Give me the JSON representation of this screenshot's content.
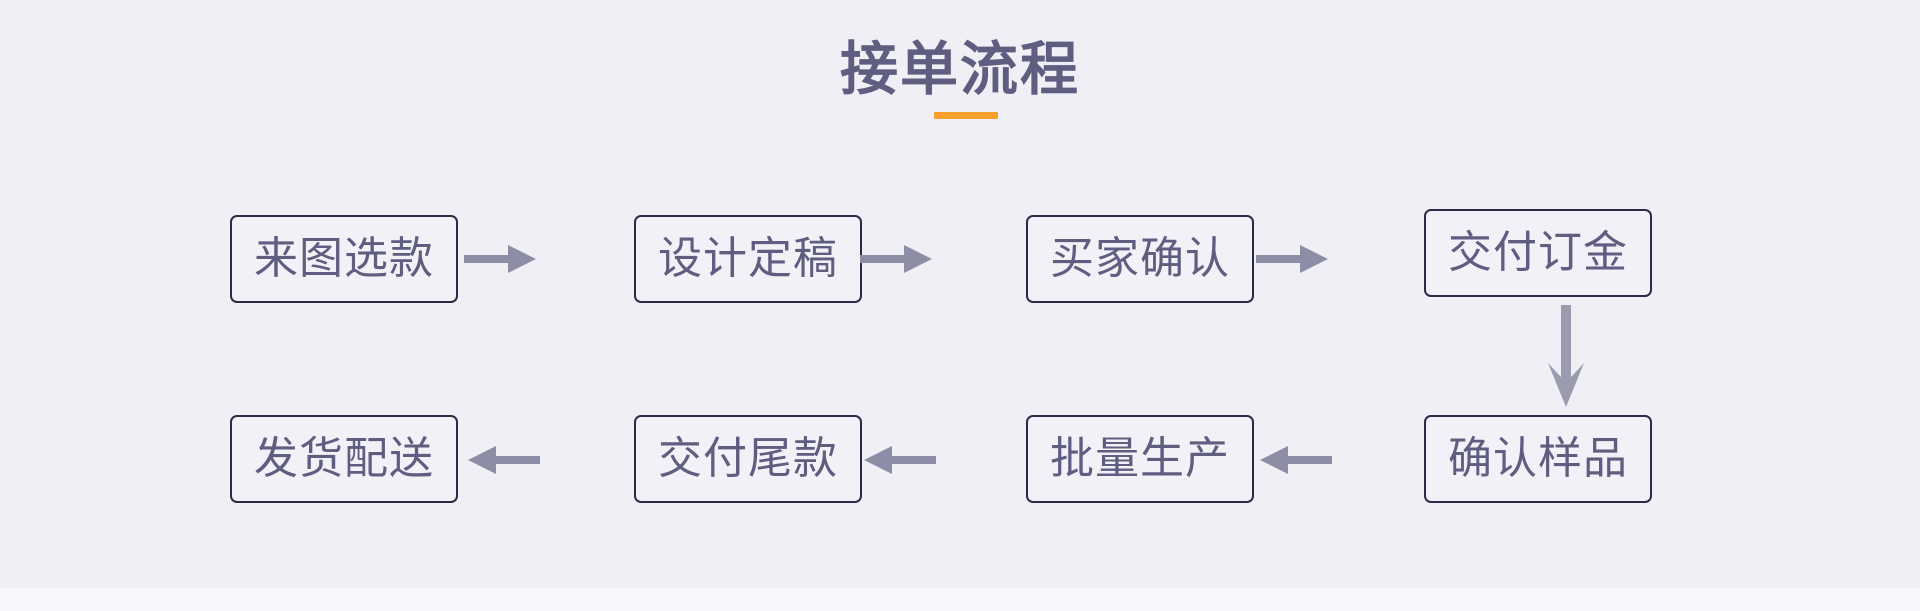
{
  "slide": {
    "title": "接单流程",
    "accent_color": "#f9a02c",
    "background_color": "#f0eff5",
    "node_border_color": "#2c2b47",
    "node_fill_color": "#f2f1f7",
    "text_color": "#5f5d80",
    "connector_color": "#8d8da6"
  },
  "flow": {
    "nodes": [
      {
        "id": "node-1",
        "label": "来图选款",
        "row": 1,
        "order": 1
      },
      {
        "id": "node-2",
        "label": "设计定稿",
        "row": 1,
        "order": 2
      },
      {
        "id": "node-3",
        "label": "买家确认",
        "row": 1,
        "order": 3
      },
      {
        "id": "node-4",
        "label": "交付订金",
        "row": 1,
        "order": 4
      },
      {
        "id": "node-5",
        "label": "确认样品",
        "row": 2,
        "order": 5
      },
      {
        "id": "node-6",
        "label": "批量生产",
        "row": 2,
        "order": 6
      },
      {
        "id": "node-7",
        "label": "交付尾款",
        "row": 2,
        "order": 7
      },
      {
        "id": "node-8",
        "label": "发货配送",
        "row": 2,
        "order": 8
      }
    ],
    "connectors": [
      {
        "id": "conn-1-2",
        "from": "来图选款",
        "to": "设计定稿",
        "direction": "right"
      },
      {
        "id": "conn-2-3",
        "from": "设计定稿",
        "to": "买家确认",
        "direction": "right"
      },
      {
        "id": "conn-3-4",
        "from": "买家确认",
        "to": "交付订金",
        "direction": "right"
      },
      {
        "id": "conn-4-5",
        "from": "交付订金",
        "to": "确认样品",
        "direction": "down"
      },
      {
        "id": "conn-5-6",
        "from": "确认样品",
        "to": "批量生产",
        "direction": "left"
      },
      {
        "id": "conn-6-7",
        "from": "批量生产",
        "to": "交付尾款",
        "direction": "left"
      },
      {
        "id": "conn-7-8",
        "from": "交付尾款",
        "to": "发货配送",
        "direction": "left"
      }
    ]
  }
}
